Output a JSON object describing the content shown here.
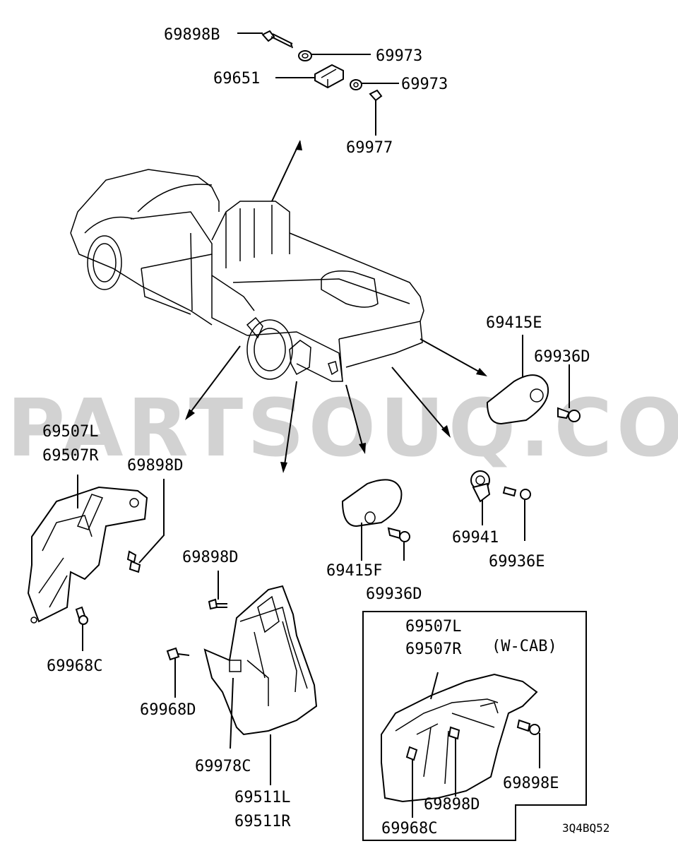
{
  "watermark": "PARTSOUQ.COM",
  "diagram_code": "3Q4BQ52",
  "variant_note": "(W-CAB)",
  "labels": {
    "p69898B": "69898B",
    "p69973_a": "69973",
    "p69651": "69651",
    "p69973_b": "69973",
    "p69977": "69977",
    "p69415E": "69415E",
    "p69936D_a": "69936D",
    "p69507L_a": "69507L",
    "p69507R_a": "69507R",
    "p69898D_a": "69898D",
    "p69968C_a": "69968C",
    "p69898D_b": "69898D",
    "p69968D": "69968D",
    "p69978C": "69978C",
    "p69511L": "69511L",
    "p69511R": "69511R",
    "p69415F": "69415F",
    "p69936D_b": "69936D",
    "p69941": "69941",
    "p69936E": "69936E",
    "p69507L_b": "69507L",
    "p69507R_b": "69507R",
    "p69898E": "69898E",
    "p69898D_c": "69898D",
    "p69968C_b": "69968C"
  }
}
